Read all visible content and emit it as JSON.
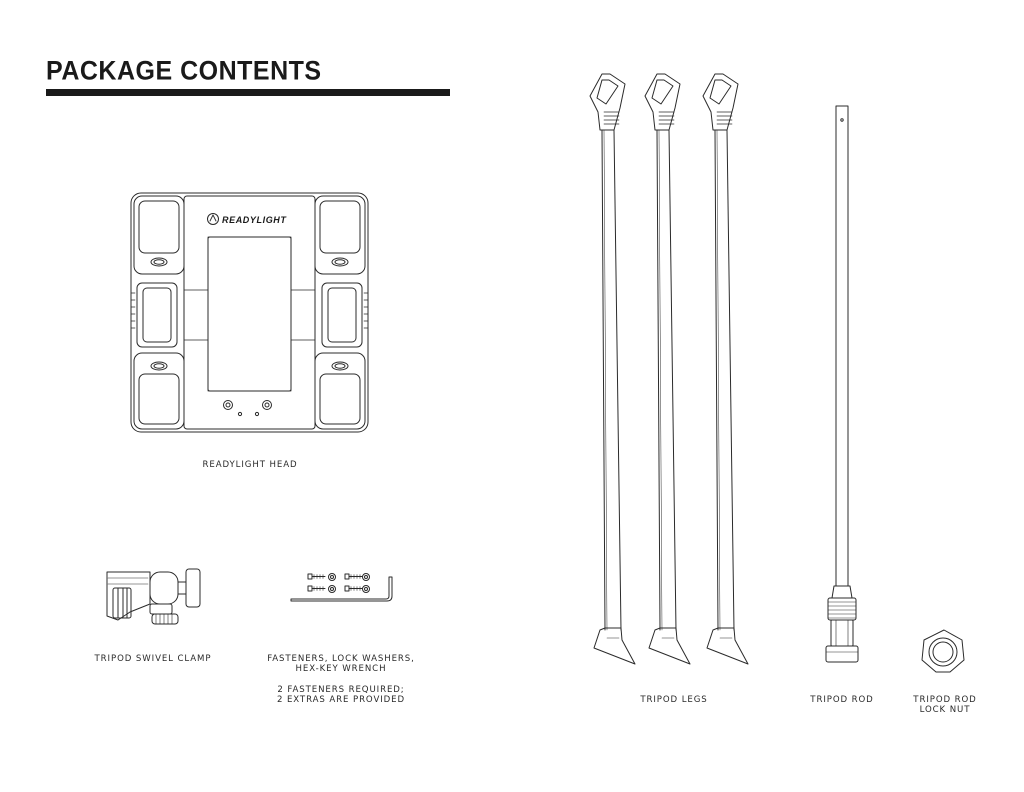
{
  "page": {
    "title": "PACKAGE CONTENTS"
  },
  "brand": {
    "logo_text": "READYLIGHT"
  },
  "items": [
    {
      "caption": "READYLIGHT HEAD"
    },
    {
      "caption": "TRIPOD SWIVEL CLAMP"
    },
    {
      "caption": "FASTENERS, LOCK WASHERS,",
      "caption2": "HEX-KEY WRENCH",
      "note": "2 FASTENERS REQUIRED;",
      "note2": "2 EXTRAS ARE PROVIDED"
    },
    {
      "caption": "TRIPOD LEGS"
    },
    {
      "caption": "TRIPOD ROD"
    },
    {
      "caption": "TRIPOD ROD",
      "caption2": "LOCK NUT"
    }
  ]
}
